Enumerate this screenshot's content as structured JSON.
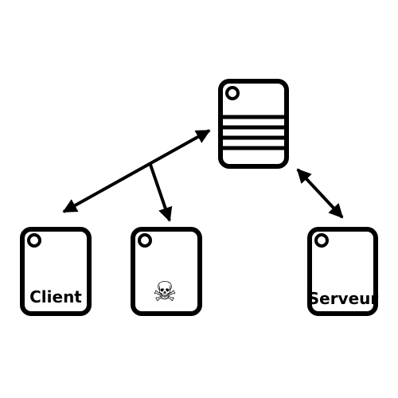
{
  "nodes": {
    "client": {
      "label": "Client"
    },
    "attacker": {
      "icon": "skull-crossbones-icon",
      "glyph": "☠"
    },
    "server": {
      "label": "Serveur"
    },
    "database": {
      "icon": "server-rack-icon"
    }
  },
  "edges": [
    {
      "from": "client",
      "to": "database",
      "style": "bidirectional-arrow"
    },
    {
      "from": "client-database-line",
      "to": "attacker",
      "style": "arrow"
    },
    {
      "from": "database",
      "to": "server",
      "style": "bidirectional-arrow"
    }
  ],
  "colors": {
    "stroke": "#000000",
    "fill": "#ffffff"
  }
}
